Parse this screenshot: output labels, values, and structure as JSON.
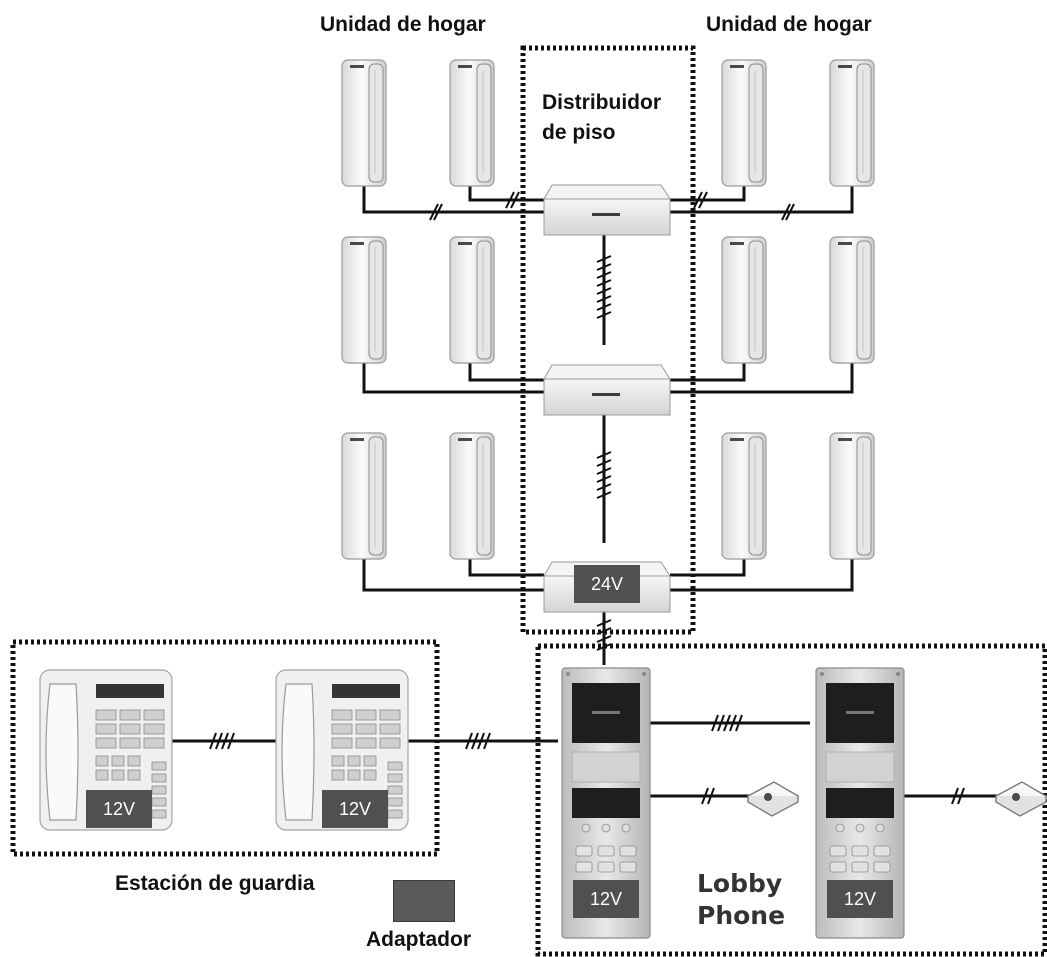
{
  "labels": {
    "home_unit_left": "Unidad de hogar",
    "home_unit_right": "Unidad de hogar",
    "floor_distributor_line1": "Distribuidor",
    "floor_distributor_line2": "de piso",
    "guard_station": "Estación de guardia",
    "adapter": "Adaptador",
    "lobby_line1": "Lobby",
    "lobby_line2": "Phone"
  },
  "voltages": {
    "distributor_power": "24V",
    "guard_phone_1": "12V",
    "guard_phone_2": "12V",
    "lobby_phone_1": "12V",
    "lobby_phone_2": "12V"
  },
  "colors": {
    "line": "#111111",
    "device_body": "#eeeeee",
    "power_badge": "#505050",
    "dotted_border": "#111111"
  }
}
